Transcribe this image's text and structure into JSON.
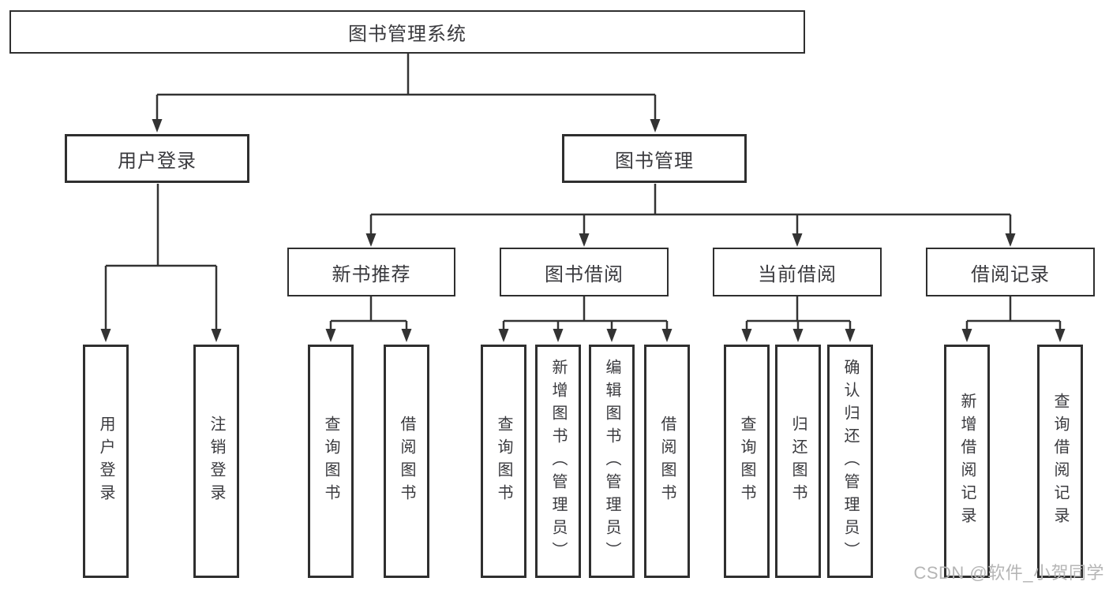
{
  "diagram_type": "hierarchy",
  "tree": {
    "label": "图书管理系统",
    "children": [
      {
        "label": "用户登录",
        "children": [
          {
            "label": "用户登录"
          },
          {
            "label": "注销登录"
          }
        ]
      },
      {
        "label": "图书管理",
        "children": [
          {
            "label": "新书推荐",
            "children": [
              {
                "label": "查询图书"
              },
              {
                "label": "借阅图书"
              }
            ]
          },
          {
            "label": "图书借阅",
            "children": [
              {
                "label": "查询图书"
              },
              {
                "label": "新增图书（管理员）"
              },
              {
                "label": "编辑图书（管理员）"
              },
              {
                "label": "借阅图书"
              }
            ]
          },
          {
            "label": "当前借阅",
            "children": [
              {
                "label": "查询图书"
              },
              {
                "label": "归还图书"
              },
              {
                "label": "确认归还（管理员）"
              }
            ]
          },
          {
            "label": "借阅记录",
            "children": [
              {
                "label": "新增借阅记录"
              },
              {
                "label": "查询借阅记录"
              }
            ]
          }
        ]
      }
    ]
  },
  "watermark": {
    "text": "CSDN @软件_小贺同学"
  },
  "colors": {
    "line": "#333333",
    "box_border": "#2f2f2f",
    "text": "#3a3a3e",
    "watermark": "#b5b5b5",
    "background": "#ffffff"
  }
}
